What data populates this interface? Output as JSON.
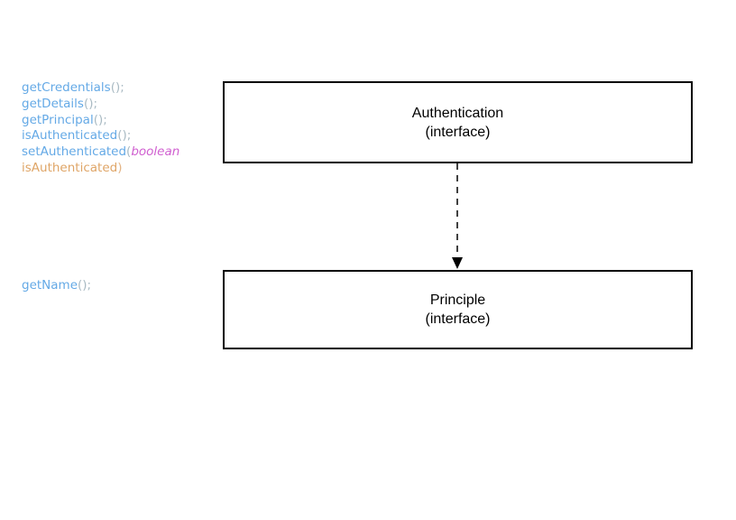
{
  "colors": {
    "method": "#64a9e6",
    "punct": "#a9bac3",
    "keyword": "#d05fd0",
    "identifier": "#dfa567",
    "identifier_punct": "#e3b586",
    "box_border": "#000000",
    "box_text": "#000000",
    "arrow": "#000000",
    "background": "#ffffff"
  },
  "code_blocks": {
    "authentication": {
      "lines": [
        {
          "segments": [
            {
              "text": "getCredentials",
              "color": "method"
            },
            {
              "text": "();",
              "color": "punct"
            }
          ]
        },
        {
          "segments": [
            {
              "text": "getDetails",
              "color": "method"
            },
            {
              "text": "();",
              "color": "punct"
            }
          ]
        },
        {
          "segments": [
            {
              "text": "getPrincipal",
              "color": "method"
            },
            {
              "text": "();",
              "color": "punct"
            }
          ]
        },
        {
          "segments": [
            {
              "text": "isAuthenticated",
              "color": "method"
            },
            {
              "text": "();",
              "color": "punct"
            }
          ]
        },
        {
          "segments": [
            {
              "text": "setAuthenticated",
              "color": "method"
            },
            {
              "text": "(",
              "color": "punct"
            },
            {
              "text": "boolean",
              "color": "keyword",
              "italic": true
            }
          ]
        },
        {
          "segments": [
            {
              "text": "isAuthenticated",
              "color": "identifier"
            },
            {
              "text": ")",
              "color": "identifier_punct"
            }
          ]
        }
      ]
    },
    "principle": {
      "lines": [
        {
          "segments": [
            {
              "text": "getName",
              "color": "method"
            },
            {
              "text": "();",
              "color": "punct"
            }
          ]
        }
      ]
    }
  },
  "nodes": {
    "authentication": {
      "title": "Authentication",
      "subtitle": "(interface)"
    },
    "principle": {
      "title": "Principle",
      "subtitle": "(interface)"
    }
  },
  "edge": {
    "from": "authentication",
    "to": "principle",
    "style": "dashed",
    "direction": "down"
  }
}
